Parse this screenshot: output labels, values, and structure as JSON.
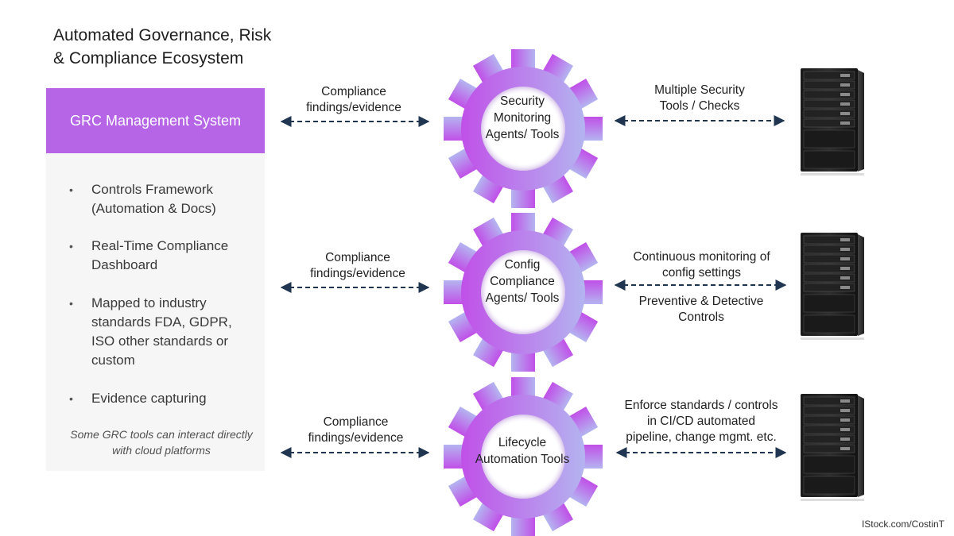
{
  "title": "Automated Governance, Risk\n& Compliance Ecosystem",
  "grc": {
    "header": "GRC Management System",
    "items": [
      "Controls Framework (Automation & Docs)",
      "Real-Time Compliance Dashboard",
      "Mapped to industry standards FDA, GDPR, ISO other standards or custom",
      "Evidence capturing"
    ],
    "note": "Some GRC tools can  interact directly with cloud platforms"
  },
  "rows": [
    {
      "left_label": "Compliance\nfindings/evidence",
      "gear_label": "Security Monitoring Agents/ Tools",
      "right_label": "Multiple Security\nTools / Checks",
      "right_label_2": ""
    },
    {
      "left_label": "Compliance\nfindings/evidence",
      "gear_label": "Config Compliance Agents/ Tools",
      "right_label": "Continuous monitoring of\nconfig settings",
      "right_label_2": "Preventive & Detective\nControls"
    },
    {
      "left_label": "Compliance\nfindings/evidence",
      "gear_label": "Lifecycle Automation Tools",
      "right_label": "Enforce standards / controls\nin CI/CD automated\npipeline, change mgmt. etc.",
      "right_label_2": ""
    }
  ],
  "icons": {
    "gear": "gear-icon",
    "server": "server-rack-icon",
    "arrow": "dashed-double-arrow"
  },
  "colors": {
    "header": "#b565e6",
    "gear_start": "#c050e8",
    "gear_end": "#b4b4f0",
    "arrow": "#1f3550",
    "panel": "#f6f6f6"
  },
  "credit": "IStock.com/CostinT"
}
